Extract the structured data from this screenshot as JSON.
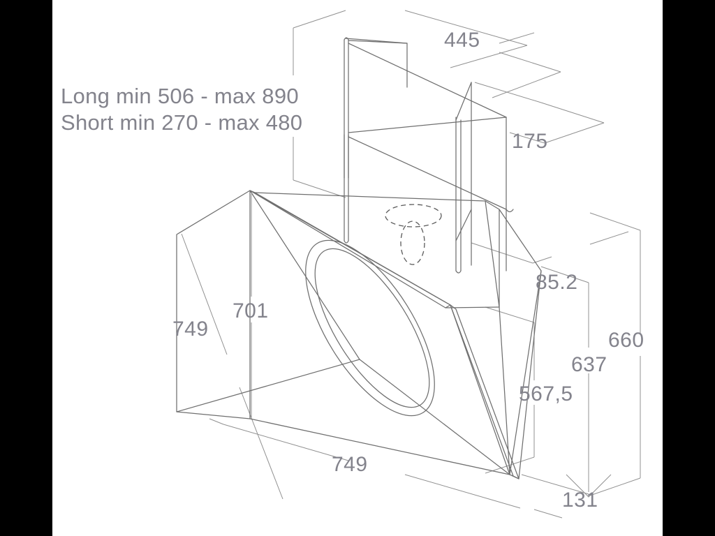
{
  "page": {
    "background_color": "#000000",
    "canvas_color": "#ffffff",
    "line_color": "#6f6f6f",
    "dimension_line_color": "#909090",
    "label_color": "#83838c"
  },
  "drawing": {
    "title": "Wall-mounted inclined cooker hood - isometric dimensioned drawing",
    "projection": "isometric",
    "units": "mm"
  },
  "notes": {
    "line1": "Long min 506 - max 890",
    "line2": "Short min 270 - max 480"
  },
  "dimensions": {
    "chimney_depth": "445",
    "chimney_width": "175",
    "hood_height_front": "701",
    "hood_width_left": "749",
    "hood_width_bottom": "749",
    "offset_top": "85.2",
    "height_overall": "660",
    "height_mid": "637",
    "height_body": "567,5",
    "depth_bottom": "131"
  },
  "features": {
    "outlet": "hidden-circular-air-outlet",
    "panel": "elliptical-recessed-front-panel",
    "chimney": "telescopic-two-section-chimney"
  }
}
